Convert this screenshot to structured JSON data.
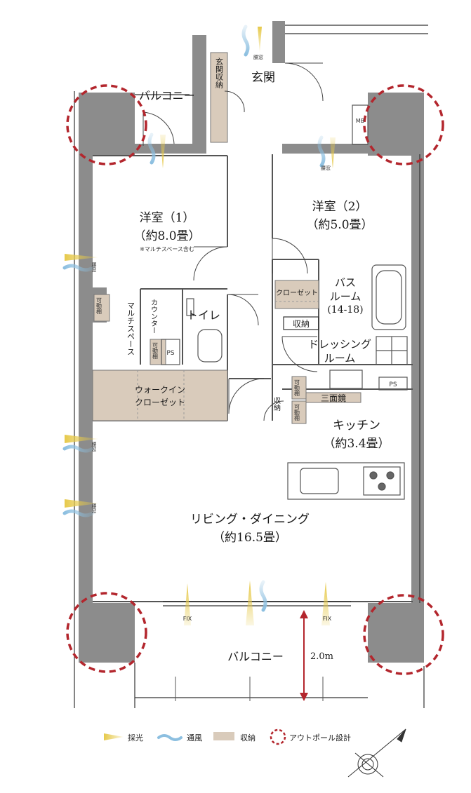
{
  "rooms": {
    "western_room_1": {
      "name": "洋室（1）",
      "size": "（約8.0畳）",
      "note": "※マルチスペース含む"
    },
    "western_room_2": {
      "name": "洋室（2）",
      "size": "（約5.0畳）"
    },
    "entrance": "玄関",
    "entrance_storage": "玄関収納",
    "balcony_top": "バルコニー",
    "balcony_bottom": "バルコニー",
    "toilet": "トイレ",
    "counter": "カウンター",
    "multi_space": "マルチスペース",
    "walk_in_closet": [
      "ウォークイン",
      "クローゼット"
    ],
    "closet": "クローゼット",
    "storage": "収納",
    "storage_vertical": "収納",
    "bath": [
      "バス",
      "ルーム",
      "(14-18)"
    ],
    "dressing": [
      "ドレッシング",
      "ルーム"
    ],
    "three_mirror": "三面鏡",
    "kitchen": {
      "name": "キッチン",
      "size": "（約3.4畳）"
    },
    "living": {
      "name": "リビング・ダイニング",
      "size": "（約16.5畳）"
    }
  },
  "small_labels": {
    "movable_shelf": "可動棚",
    "ps": "PS",
    "mb": "MB",
    "window_waist": "腰窓",
    "fix": "FIX"
  },
  "dimension": "2.0m",
  "legend": {
    "daylight": "採光",
    "ventilation": "通風",
    "storage": "収納",
    "outpole": "アウトポール設計"
  },
  "colors": {
    "wall": "#8c8c8c",
    "storage_fill": "#d9cbbb",
    "daylight": "#e6c94a",
    "ventilation": "#8cbfe0",
    "outpole_ring": "#b3262d",
    "dimension_arrow": "#b3262d"
  }
}
